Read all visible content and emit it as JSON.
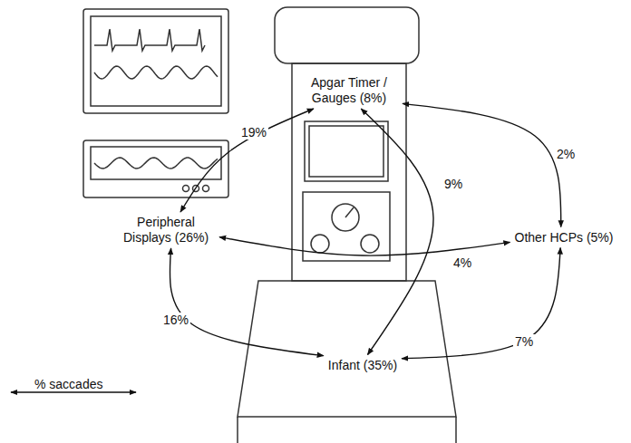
{
  "diagram": {
    "nodes": [
      {
        "text": [
          "Apgar Timer / Gauges (8%)"
        ]
      },
      {
        "text": [
          "Peripheral Displays (26%)"
        ]
      },
      {
        "text": [
          "Other HCPs (5%)"
        ]
      },
      {
        "text": [
          "Infant (35%)"
        ]
      }
    ],
    "edges": [
      {
        "from": 0,
        "to": 1,
        "label": "19%",
        "arrow": "both"
      },
      {
        "from": 0,
        "to": 2,
        "label": "2%",
        "arrow": "both"
      },
      {
        "from": 0,
        "to": 3,
        "label": "9%",
        "arrow": "both"
      },
      {
        "from": 1,
        "to": 2,
        "label": "4%",
        "arrow": "both"
      },
      {
        "from": 1,
        "to": 3,
        "label": "16%",
        "arrow": "both"
      },
      {
        "from": 2,
        "to": 3,
        "label": "7%",
        "arrow": "both"
      }
    ],
    "legend": [
      {
        "text": "% saccades"
      }
    ]
  }
}
